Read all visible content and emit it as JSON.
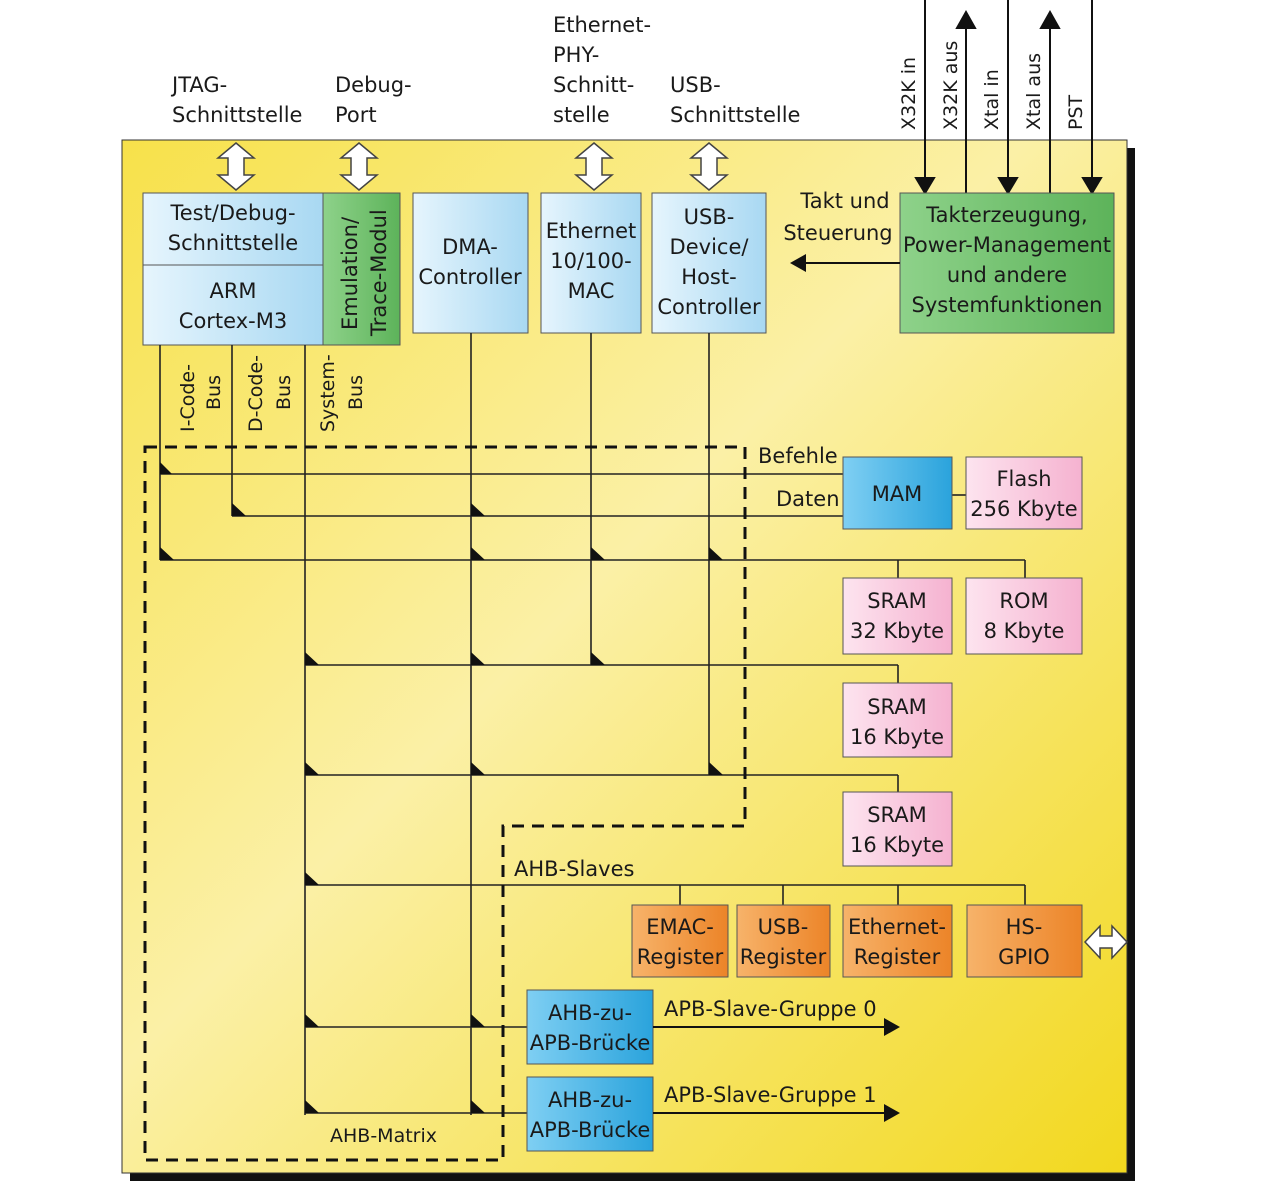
{
  "external": {
    "jtag": [
      "JTAG-",
      "Schnittstelle"
    ],
    "debug": [
      "Debug-",
      "Port"
    ],
    "ethernet_phy": [
      "Ethernet-",
      "PHY-",
      "Schnitt-",
      "stelle"
    ],
    "usb": [
      "USB-",
      "Schnittstelle"
    ],
    "clock_signals": [
      "X32K in",
      "X32K aus",
      "Xtal in",
      "Xtal aus",
      "PST"
    ]
  },
  "blocks": {
    "test_debug": [
      "Test/Debug-",
      "Schnittstelle"
    ],
    "arm": [
      "ARM",
      "Cortex-M3"
    ],
    "emulation": [
      "Emulation/",
      "Trace-Modul"
    ],
    "dma": [
      "DMA-",
      "Controller"
    ],
    "ethernet_mac": [
      "Ethernet",
      "10/100-",
      "MAC"
    ],
    "usb_controller": [
      "USB-",
      "Device/",
      "Host-",
      "Controller"
    ],
    "clock_gen": [
      "Takterzeugung,",
      "Power-Management",
      "und andere",
      "Systemfunktionen"
    ],
    "mam": "MAM",
    "flash": [
      "Flash",
      "256 Kbyte"
    ],
    "sram32": [
      "SRAM",
      "32 Kbyte"
    ],
    "rom": [
      "ROM",
      "8 Kbyte"
    ],
    "sram16a": [
      "SRAM",
      "16 Kbyte"
    ],
    "sram16b": [
      "SRAM",
      "16 Kbyte"
    ],
    "emac_reg": [
      "EMAC-",
      "Register"
    ],
    "usb_reg": [
      "USB-",
      "Register"
    ],
    "eth_reg": [
      "Ethernet-",
      "Register"
    ],
    "hs_gpio": [
      "HS-",
      "GPIO"
    ],
    "bridge0": [
      "AHB-zu-",
      "APB-Brücke"
    ],
    "bridge1": [
      "AHB-zu-",
      "APB-Brücke"
    ]
  },
  "labels": {
    "takt": [
      "Takt und",
      "Steuerung"
    ],
    "icode": [
      "I-Code-",
      "Bus"
    ],
    "dcode": [
      "D-Code-",
      "Bus"
    ],
    "system": [
      "System-",
      "Bus"
    ],
    "befehle": "Befehle",
    "daten": "Daten",
    "ahb_slaves": "AHB-Slaves",
    "apb0": "APB-Slave-Gruppe 0",
    "apb1": "APB-Slave-Gruppe 1",
    "ahb_matrix": "AHB-Matrix"
  },
  "colors": {
    "chip_bg_start": "#f3de2a",
    "chip_bg_end": "#fdf6c8",
    "blue_light": "#bfe3f7",
    "blue": "#3fb3e6",
    "green": "#6fbf6a",
    "pink": "#f9c6dc",
    "orange": "#f0943a"
  }
}
